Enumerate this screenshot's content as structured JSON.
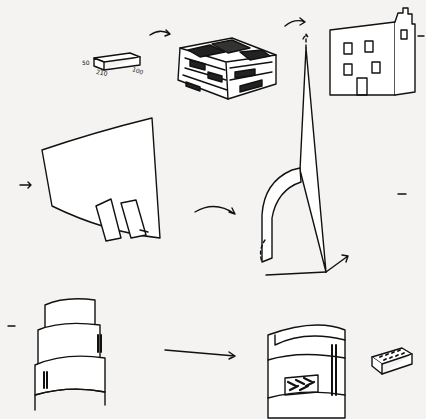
{
  "diagram": {
    "labels": [
      "50",
      "210",
      "100"
    ]
  }
}
